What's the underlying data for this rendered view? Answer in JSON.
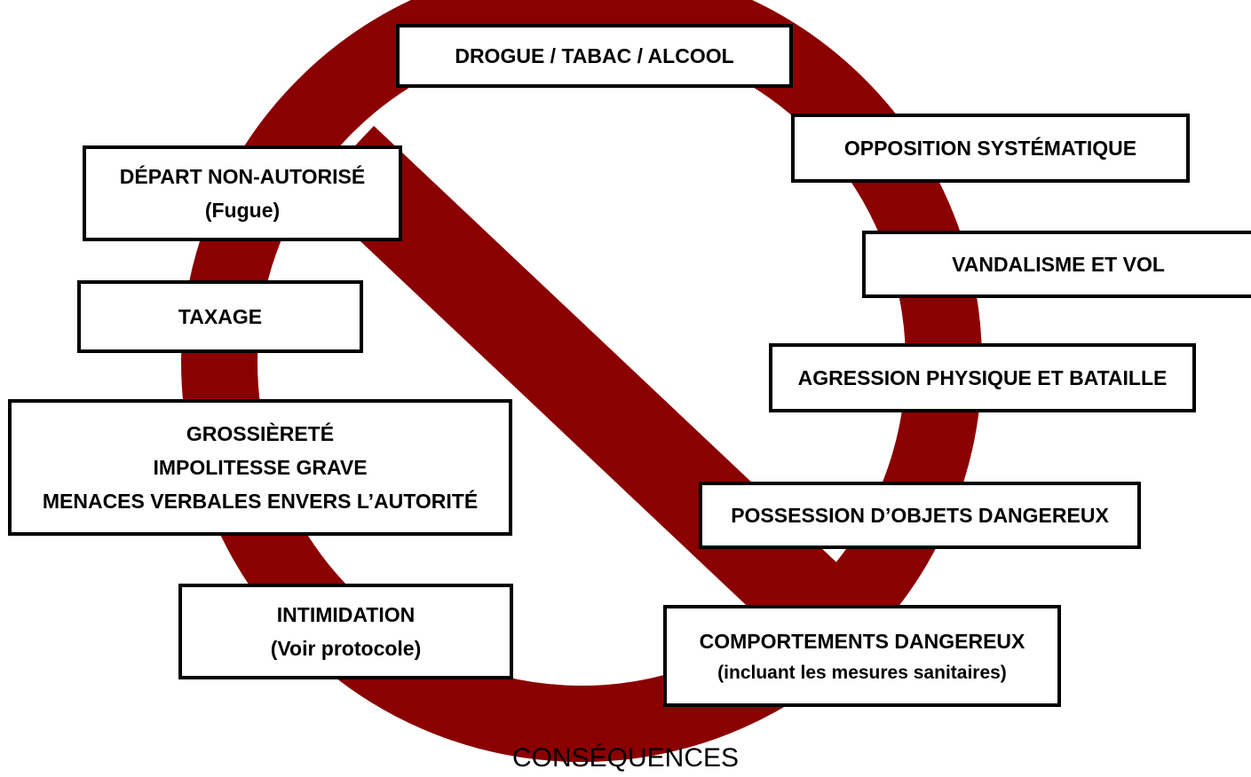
{
  "colors": {
    "prohibition_sign": "#8b0000",
    "box_border": "#000000",
    "box_fill": "#ffffff"
  },
  "icon": "prohibition-sign-icon",
  "boxes": {
    "drogue": {
      "line1": "DROGUE / TABAC / ALCOOL"
    },
    "opposition": {
      "line1": "OPPOSITION SYSTÉMATIQUE"
    },
    "depart": {
      "line1": "DÉPART NON-AUTORISÉ",
      "line2": "(Fugue)"
    },
    "vandalisme": {
      "line1": "VANDALISME ET VOL"
    },
    "taxage": {
      "line1": "TAXAGE"
    },
    "agression": {
      "line1": "AGRESSION PHYSIQUE ET BATAILLE"
    },
    "grossierete": {
      "line1": "GROSSIÈRETÉ",
      "line2": "IMPOLITESSE GRAVE",
      "line3": "MENACES VERBALES ENVERS L’AUTORITÉ"
    },
    "possession": {
      "line1": "POSSESSION D’OBJETS DANGEREUX"
    },
    "intimidation": {
      "line1": "INTIMIDATION",
      "line2": "(Voir protocole)"
    },
    "comportements": {
      "line1": "COMPORTEMENTS DANGEREUX",
      "line2": "(incluant les mesures sanitaires)"
    }
  },
  "caption": "CONSÉQUENCES"
}
